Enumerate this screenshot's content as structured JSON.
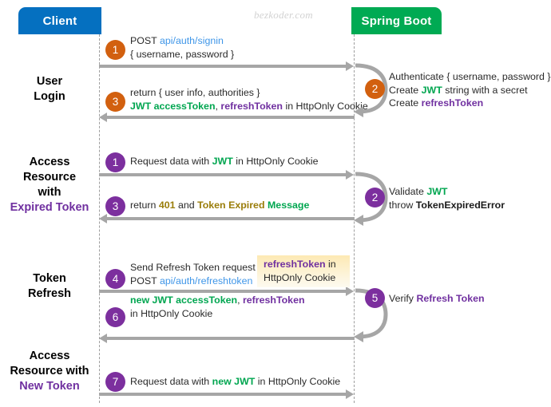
{
  "diagram": {
    "watermark": "bezkoder.com",
    "actors": {
      "client": "Client",
      "server": "Spring Boot"
    },
    "colors": {
      "client_box": "#0570c0",
      "server_box": "#00aa53",
      "badge_orange": "#d2600f",
      "badge_purple": "#7c2f9e",
      "accent_purple": "#7030a0",
      "accent_green": "#00a650",
      "accent_blue": "#3f96e8",
      "accent_olive": "#9a7d0a",
      "arrow_gray": "#a6a6a6",
      "note_yellow": "#fde9b4"
    },
    "sections": [
      {
        "id": "user-login",
        "line1": "User",
        "line2": "Login",
        "line3": "",
        "line4": ""
      },
      {
        "id": "expired",
        "line1": "Access",
        "line2": "Resource",
        "line3": "with",
        "line4": "Expired Token"
      },
      {
        "id": "refresh",
        "line1": "Token",
        "line2": "Refresh",
        "line3": "",
        "line4": ""
      },
      {
        "id": "new-token",
        "line1": "Access",
        "line2": "Resource with",
        "line3": "",
        "line4": "New Token"
      }
    ],
    "steps": [
      {
        "num": "1",
        "color": "orange",
        "direction": "request",
        "section": "user-login",
        "text": "POST api/auth/signin { username, password }"
      },
      {
        "num": "2",
        "color": "orange",
        "direction": "self",
        "section": "user-login",
        "text": "Authenticate { username, password } Create JWT string with a secret Create refreshToken"
      },
      {
        "num": "3",
        "color": "orange",
        "direction": "response",
        "section": "user-login",
        "text": "return { user info, authorities } JWT accessToken, refreshToken in HttpOnly Cookie"
      },
      {
        "num": "1",
        "color": "purple",
        "direction": "request",
        "section": "expired",
        "text": "Request data with JWT in HttpOnly Cookie"
      },
      {
        "num": "2",
        "color": "purple",
        "direction": "self",
        "section": "expired",
        "text": "Validate JWT throw TokenExpiredError"
      },
      {
        "num": "3",
        "color": "purple",
        "direction": "response",
        "section": "expired",
        "text": "return 401 and Token Expired Message"
      },
      {
        "num": "4",
        "color": "purple",
        "direction": "request",
        "section": "refresh",
        "text": "Send Refresh Token request POST api/auth/refreshtoken"
      },
      {
        "num": "5",
        "color": "purple",
        "direction": "self",
        "section": "refresh",
        "text": "Verify Refresh Token"
      },
      {
        "num": "6",
        "color": "purple",
        "direction": "response",
        "section": "refresh",
        "text": "new JWT accessToken, refreshToken in HttpOnly Cookie"
      },
      {
        "num": "7",
        "color": "purple",
        "direction": "request",
        "section": "new-token",
        "text": "Request data with new JWT in HttpOnly Cookie"
      }
    ],
    "messages": {
      "s1_l1_a": "POST ",
      "s1_l1_b": "api/auth/signin",
      "s1_l2": "{ username, password }",
      "s2_l1": "Authenticate { username, password }",
      "s2_l2_a": "Create ",
      "s2_l2_b": "JWT",
      "s2_l2_c": " string with a secret",
      "s2_l3_a": "Create ",
      "s2_l3_b": "refreshToken",
      "s3_l1": "return { user info, authorities }",
      "s3_l2_a": "JWT accessToken",
      "s3_l2_b": ", ",
      "s3_l2_c": "refreshToken",
      "s3_l2_d": " in HttpOnly Cookie",
      "s4_l1_a": "Request data with ",
      "s4_l1_b": "JWT",
      "s4_l1_c": " in HttpOnly Cookie",
      "s5_l1_a": "Validate ",
      "s5_l1_b": "JWT",
      "s5_l2_a": "throw ",
      "s5_l2_b": "TokenExpiredError",
      "s6_l1_a": "return ",
      "s6_l1_b": "401",
      "s6_l1_c": " and ",
      "s6_l1_d": "Token Expired",
      "s6_l1_e": " ",
      "s6_l1_f": "Message",
      "s7_l1": "Send Refresh Token request",
      "s7_l2_a": "POST ",
      "s7_l2_b": "api/auth/refreshtoken",
      "note_l1_a": "refreshToken",
      "note_l1_b": " in",
      "note_l2": "HttpOnly Cookie",
      "s8_l1_a": "Verify ",
      "s8_l1_b": "Refresh Token",
      "s9_l1_a": "new JWT accessToken",
      "s9_l1_b": ", ",
      "s9_l1_c": "refreshToken",
      "s9_l2": "in HttpOnly Cookie",
      "s10_l1_a": "Request data with ",
      "s10_l1_b": "new JWT",
      "s10_l1_c": " in HttpOnly Cookie"
    }
  }
}
